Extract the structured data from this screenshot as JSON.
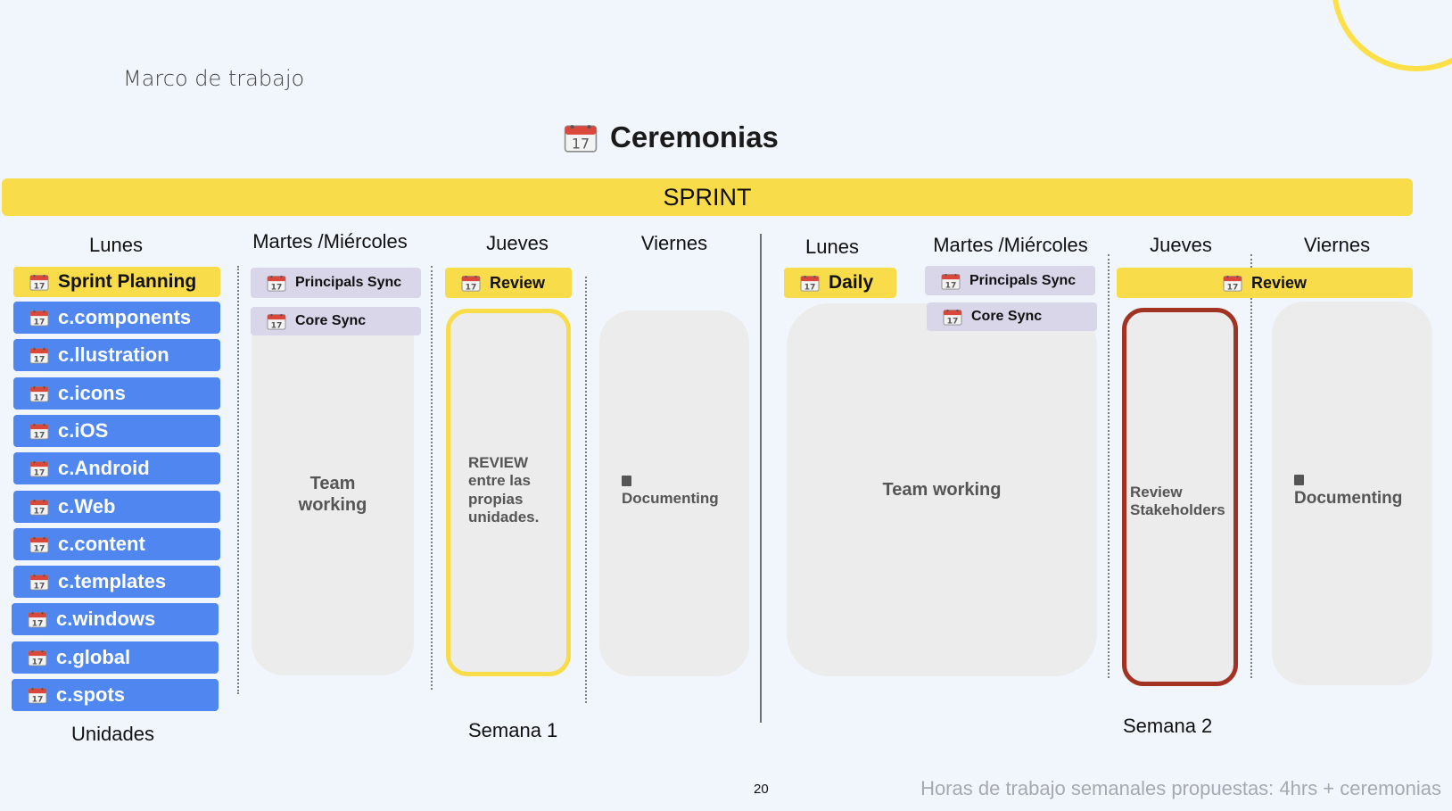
{
  "header": {
    "subtitle": "Marco de trabajo",
    "title": "Ceremonias"
  },
  "sprint_bar": {
    "label": "SPRINT"
  },
  "week1": {
    "days": [
      "Lunes",
      "Martes /Miércoles",
      "Jueves",
      "Viernes"
    ],
    "planning": "Sprint Planning",
    "units": [
      "c.components",
      "c.llustration",
      "c.icons",
      "c.iOS",
      "c.Android",
      "c.Web",
      "c.content",
      "c.templates",
      "c.windows",
      "c.global",
      "c.spots"
    ],
    "units_label": "Unidades",
    "principals_sync": "Principals  Sync",
    "core_sync": "Core  Sync",
    "team_working": "Team\nworking",
    "review": "Review",
    "review_panel": "REVIEW\nentre las\npropias\nunidades.",
    "documenting": "Documenting",
    "week_label": "Semana 1"
  },
  "week2": {
    "days": [
      "Lunes",
      "Martes /Miércoles",
      "Jueves",
      "Viernes"
    ],
    "daily": "Daily",
    "principals_sync": "Principals  Sync",
    "core_sync": "Core  Sync",
    "team_working": "Team working",
    "review": "Review",
    "review_panel": "Review\nStakeholders",
    "documenting": "Documenting",
    "week_label": "Semana 2"
  },
  "footer": {
    "page_number": "20",
    "note": "Horas de trabajo semanales propuestas: 4hrs + ceremonias"
  },
  "colors": {
    "background": "#f1f6fd",
    "yellow": "#f9dc4a",
    "blue": "#4f86f0",
    "lavender": "#d9d6ea",
    "panel": "#ececec",
    "review_border_w1": "#f9dc4a",
    "review_border_w2": "#a23222"
  }
}
